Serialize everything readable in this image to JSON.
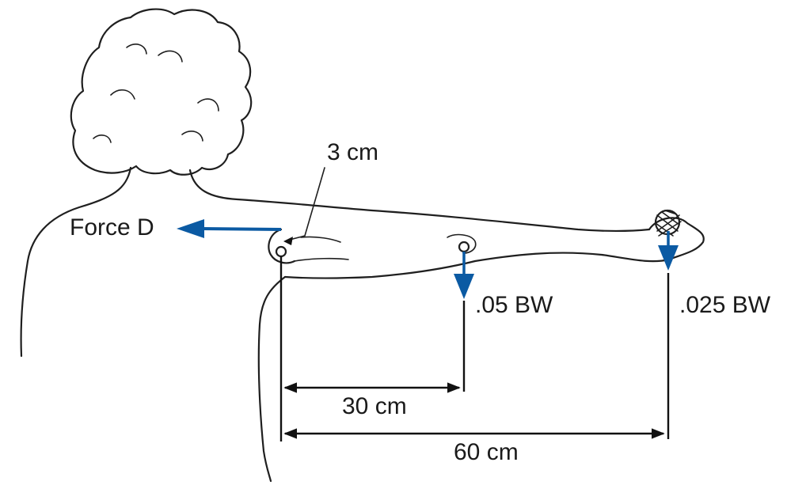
{
  "labels": {
    "force_d": "Force D",
    "moment_arm": "3 cm",
    "arm_weight": ".05 BW",
    "hand_weight": ".025 BW",
    "dist_30": "30 cm",
    "dist_60": "60 cm"
  },
  "colors": {
    "force_arrow": "#0b5aa3",
    "line": "#1f1f1f",
    "text": "#1a1a1a"
  }
}
